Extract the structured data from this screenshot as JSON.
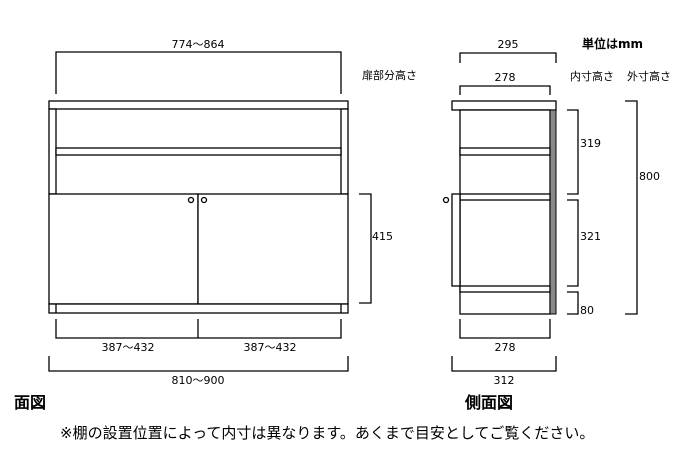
{
  "front": {
    "title": "面図",
    "width_inner": "774～864",
    "door_height_label": "扉部分高さ",
    "door_height": "415",
    "door_left_width": "387～432",
    "door_right_width": "387～432",
    "width_outer": "810～900"
  },
  "side": {
    "title": "側面図",
    "depth_top_outer": "295",
    "depth_top_inner": "278",
    "unit": "単位はmm",
    "inner_height_label": "内寸高さ",
    "outer_height_label": "外寸高さ",
    "shelf_upper": "319",
    "shelf_lower": "321",
    "plinth": "80",
    "total_height": "800",
    "depth_bottom_inner": "278",
    "depth_bottom_outer": "312"
  },
  "note": "※棚の設置位置によって内寸は異なります。あくまで目安としてご覧ください。",
  "colors": {
    "panel_strip": "#888888"
  }
}
